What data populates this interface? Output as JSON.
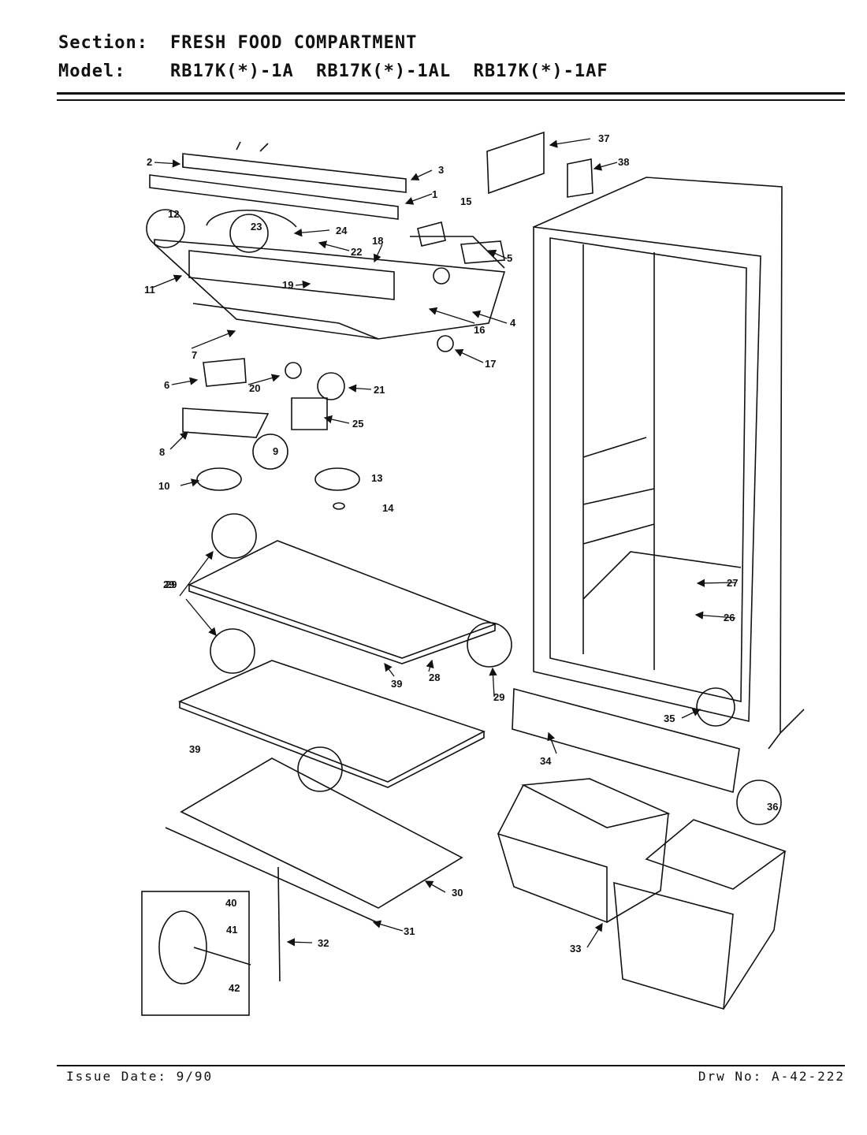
{
  "header": {
    "section_key": "Section:",
    "section_value": "FRESH FOOD COMPARTMENT",
    "model_key": "Model:",
    "model_value": "RB17K(*)-1A  RB17K(*)-1AL  RB17K(*)-1AF"
  },
  "footer": {
    "issue_date": "Issue Date: 9/90",
    "drawing_no": "Drw No: A-42-222"
  },
  "callouts": [
    "1",
    "2",
    "3",
    "4",
    "5",
    "6",
    "7",
    "8",
    "9",
    "10",
    "11",
    "12",
    "13",
    "14",
    "15",
    "16",
    "17",
    "18",
    "19",
    "20",
    "21",
    "22",
    "23",
    "24",
    "25",
    "26",
    "27",
    "28",
    "29",
    "29",
    "29",
    "30",
    "31",
    "32",
    "33",
    "34",
    "35",
    "36",
    "37",
    "38",
    "39",
    "39",
    "40",
    "41",
    "42"
  ]
}
